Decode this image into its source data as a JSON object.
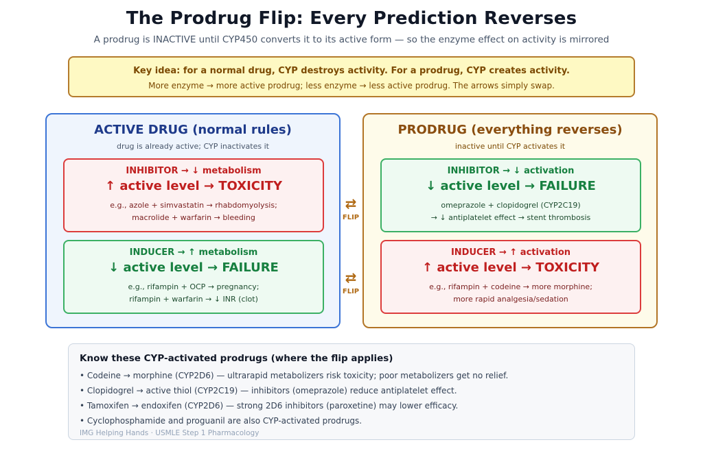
{
  "header": {
    "title": "The Prodrug Flip: Every Prediction Reverses",
    "subtitle": "A prodrug is INACTIVE until CYP450 converts it to its active form — so the enzyme effect on activity is mirrored"
  },
  "key_idea": {
    "title": "Key idea: for a normal drug, CYP destroys activity. For a prodrug, CYP creates activity.",
    "body": "More enzyme → more active prodrug; less enzyme → less active prodrug. The arrows simply swap."
  },
  "active_panel": {
    "title": "ACTIVE DRUG (normal rules)",
    "subtitle": "drug is already active; CYP inactivates it",
    "inhibitor": {
      "head": "INHIBITOR → ↓ metabolism",
      "main": "↑ active level → TOXICITY",
      "example_1": "e.g., azole + simvastatin → rhabdomyolysis;",
      "example_2": "macrolide + warfarin → bleeding"
    },
    "inducer": {
      "head": "INDUCER → ↑ metabolism",
      "main": "↓ active level → FAILURE",
      "example_1": "e.g., rifampin + OCP → pregnancy;",
      "example_2": "rifampin + warfarin → ↓ INR (clot)"
    }
  },
  "prodrug_panel": {
    "title": "PRODRUG (everything reverses)",
    "subtitle": "inactive until CYP activates it",
    "inhibitor": {
      "head": "INHIBITOR → ↓ activation",
      "main": "↓ active level → FAILURE",
      "example_1": "omeprazole + clopidogrel (CYP2C19)",
      "example_2": "→ ↓ antiplatelet effect → stent thrombosis"
    },
    "inducer": {
      "head": "INDUCER → ↑ activation",
      "main": "↑ active level → TOXICITY",
      "example_1": "e.g., rifampin + codeine → more morphine;",
      "example_2": "more rapid analgesia/sedation"
    }
  },
  "flip": {
    "arrow": "⇄",
    "label": "FLIP"
  },
  "prodrugs_box": {
    "title": "Know these CYP-activated prodrugs (where the flip applies)",
    "items": [
      "• Codeine → morphine (CYP2D6) — ultrarapid metabolizers risk toxicity; poor metabolizers get no relief.",
      "• Clopidogrel → active thiol (CYP2C19) — inhibitors (omeprazole) reduce antiplatelet effect.",
      "• Tamoxifen → endoxifen (CYP2D6) — strong 2D6 inhibitors (paroxetine) may lower efficacy.",
      "• Cyclophosphamide and proguanil are also CYP-activated prodrugs."
    ],
    "footer": "IMG Helping Hands · USMLE Step 1 Pharmacology"
  },
  "colors": {
    "active_border": "#3b74d6",
    "prodrug_border": "#b27425",
    "toxicity_red": "#c01f1f",
    "failure_green": "#178040",
    "key_fill": "#fef9c3"
  }
}
